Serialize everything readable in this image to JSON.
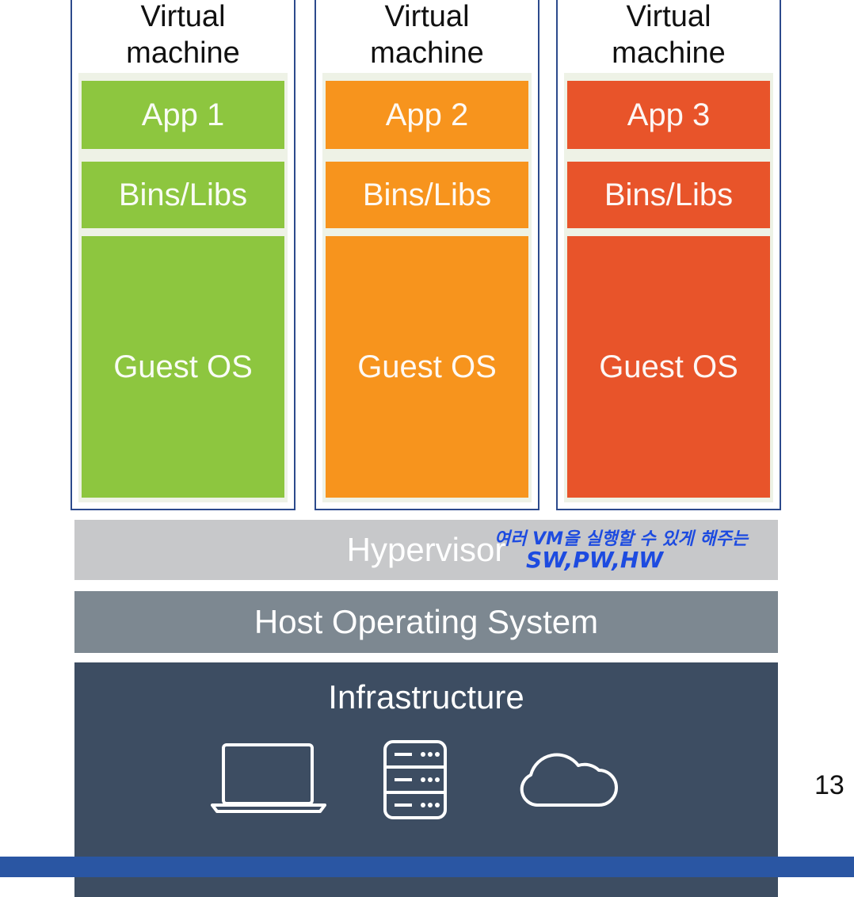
{
  "vms": [
    {
      "title": "Virtual\nmachine",
      "app": "App 1",
      "bins": "Bins/Libs",
      "os": "Guest OS",
      "color": "#8dc63f"
    },
    {
      "title": "Virtual\nmachine",
      "app": "App 2",
      "bins": "Bins/Libs",
      "os": "Guest OS",
      "color": "#f7941d"
    },
    {
      "title": "Virtual\nmachine",
      "app": "App 3",
      "bins": "Bins/Libs",
      "os": "Guest OS",
      "color": "#e8542a"
    }
  ],
  "hypervisor": {
    "label": "Hypervisor",
    "color": "#c7c8ca"
  },
  "host_os": {
    "label": "Host Operating System",
    "color": "#7d8891"
  },
  "infrastructure": {
    "label": "Infrastructure",
    "color": "#3d4d62",
    "icons": [
      "laptop-icon",
      "server-icon",
      "cloud-icon"
    ]
  },
  "annotation": {
    "line1": "여러 VM을 실행할 수 있게 해주는",
    "line2": "SW,PW,HW",
    "color": "#1d4be0"
  },
  "page_number": "13",
  "footer_color": "#2a56a3"
}
